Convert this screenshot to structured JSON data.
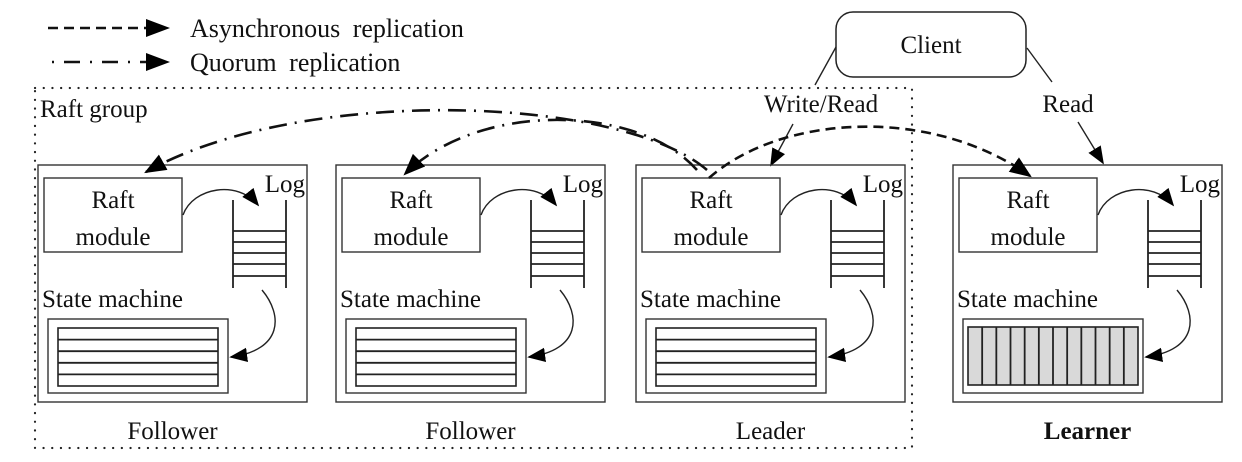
{
  "legend": {
    "items": [
      {
        "style": "dashed",
        "label": "Asynchronous replication"
      },
      {
        "style": "dash-dot",
        "label": "Quorum replication"
      }
    ]
  },
  "group": {
    "label": "Raft group"
  },
  "client": {
    "label": "Client"
  },
  "edges": {
    "write_read_label": "Write/Read",
    "read_label": "Read"
  },
  "nodes": [
    {
      "role": "Follower",
      "raft_module_line1": "Raft",
      "raft_module_line2": "module",
      "log_label": "Log",
      "state_machine_label": "State machine",
      "storage": "row"
    },
    {
      "role": "Follower",
      "raft_module_line1": "Raft",
      "raft_module_line2": "module",
      "log_label": "Log",
      "state_machine_label": "State machine",
      "storage": "row"
    },
    {
      "role": "Leader",
      "raft_module_line1": "Raft",
      "raft_module_line2": "module",
      "log_label": "Log",
      "state_machine_label": "State machine",
      "storage": "row"
    },
    {
      "role": "Learner",
      "raft_module_line1": "Raft",
      "raft_module_line2": "module",
      "log_label": "Log",
      "state_machine_label": "State machine",
      "storage": "column"
    }
  ],
  "colors": {
    "column_store_fill": "#d9d9d9",
    "stroke": "#222222"
  }
}
